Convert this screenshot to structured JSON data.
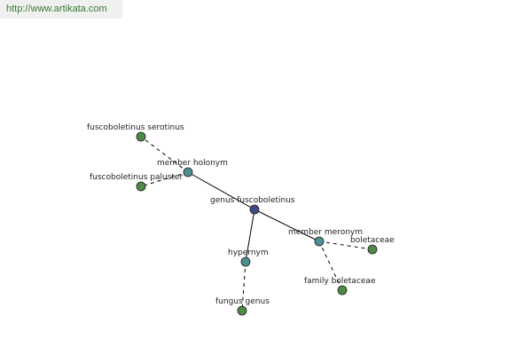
{
  "site_link": "http://www.artikata.com",
  "colors": {
    "center": "#3f4b86",
    "relation": "#4e8f93",
    "leaf": "#4f8a48"
  },
  "nodes": {
    "center": "genus fuscoboletinus",
    "member_holonym": "member holonym",
    "serotinus": "fuscoboletinus serotinus",
    "paluster": "fuscoboletinus paluster",
    "member_meronym": "member meronym",
    "boletaceae": "boletaceae",
    "family_boletaceae": "family boletaceae",
    "hypernym": "hypernym",
    "fungus_genus": "fungus genus"
  }
}
